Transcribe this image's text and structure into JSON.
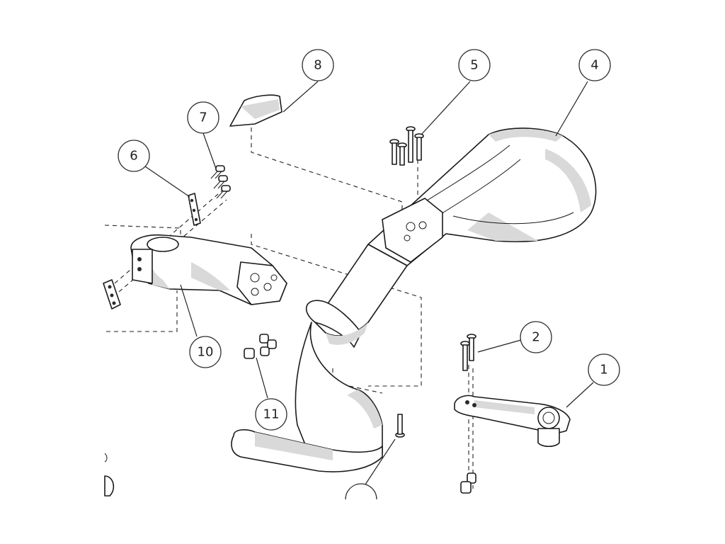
{
  "callouts": [
    {
      "id": "c1",
      "label": "1",
      "part": "computer-mount"
    },
    {
      "id": "c2",
      "label": "2",
      "part": "mount-bolts"
    },
    {
      "id": "c4",
      "label": "4",
      "part": "integrated-handlebar"
    },
    {
      "id": "c5",
      "label": "5",
      "part": "stem-cap-bolts"
    },
    {
      "id": "c6",
      "label": "6",
      "part": "stem-top-cover"
    },
    {
      "id": "c7",
      "label": "7",
      "part": "faceplate-bolts"
    },
    {
      "id": "c8",
      "label": "8",
      "part": "bolt-plate"
    },
    {
      "id": "c10",
      "label": "10",
      "part": "stem"
    },
    {
      "id": "c11",
      "label": "11",
      "part": "nut-inserts"
    }
  ],
  "colors": {
    "line": "#1a1a1a",
    "shade": "#d9d9d9",
    "background": "#ffffff"
  }
}
